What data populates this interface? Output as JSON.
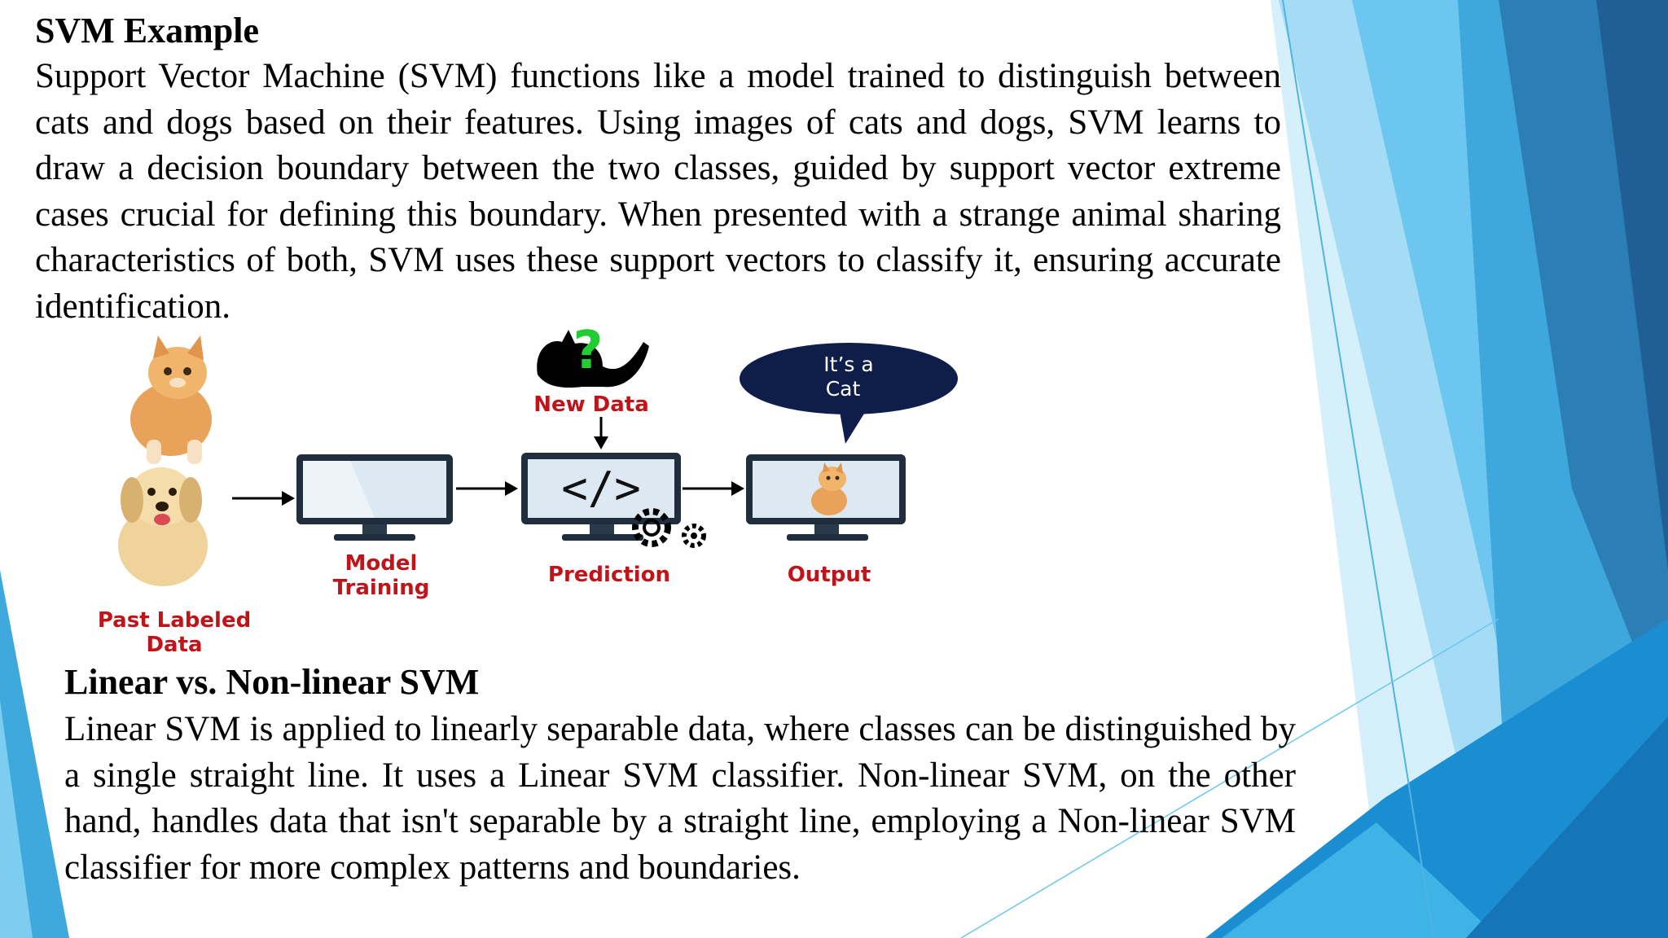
{
  "section1": {
    "heading": "SVM Example",
    "body": "Support Vector Machine (SVM) functions like a model trained to distinguish between cats and dogs based on their features. Using images of cats and dogs, SVM learns to draw a decision boundary between the two classes, guided by support vector extreme cases crucial for defining this boundary. When presented with a strange animal sharing characteristics of both, SVM uses these support vectors to classify it, ensuring accurate identification."
  },
  "figure": {
    "past_data_line1": "Past Labeled",
    "past_data_line2": "Data",
    "model_training_line1": "Model",
    "model_training_line2": "Training",
    "new_data_label": "New Data",
    "prediction_label": "Prediction",
    "output_label": "Output",
    "bubble_line1": "It’s a",
    "bubble_line2": "Cat",
    "code_symbol": "</>",
    "question_mark": "?"
  },
  "section2": {
    "heading": "Linear vs. Non-linear SVM",
    "body": "Linear SVM is applied to linearly separable data, where classes can be distinguished by a single straight line. It uses a Linear SVM classifier. Non-linear SVM, on the other hand, handles data that isn't separable by a straight line, employing a Non-linear SVM classifier for more complex patterns and boundaries."
  },
  "colors": {
    "label_red": "#c0141b",
    "bubble_navy": "#0e1d4a",
    "accent_blue": "#1a8ed0",
    "accent_light": "#7ccdf0"
  }
}
